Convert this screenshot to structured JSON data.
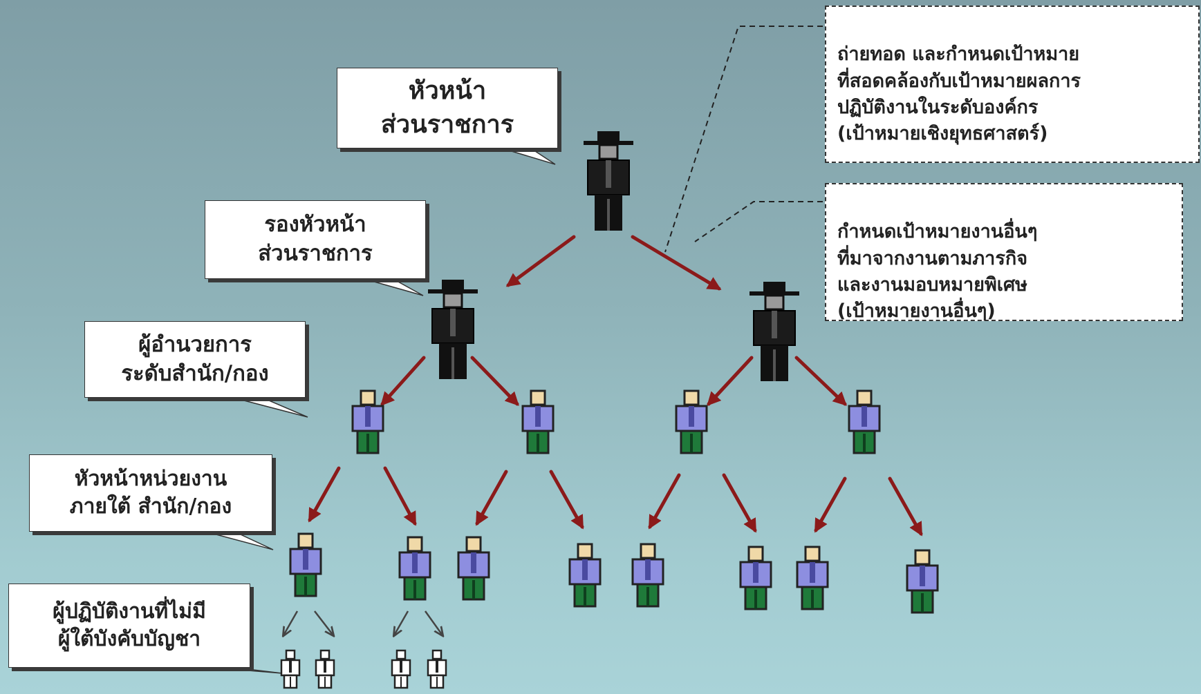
{
  "callouts": {
    "head": "หัวหน้า\nส่วนราชการ",
    "deputy": "รองหัวหน้า\nส่วนราชการ",
    "director": "ผู้อำนวยการ\nระดับสำนัก/กอง",
    "unit_head": "หัวหน้าหน่วยงาน\nภายใต้ สำนัก/กอง",
    "staff": "ผู้ปฏิบัติงานที่ไม่มี\nผู้ใต้บังคับบัญชา"
  },
  "notes": {
    "strategic": "ถ่ายทอด และกำหนดเป้าหมาย\nที่สอดคล้องกับเป้าหมายผลการ\nปฏิบัติงานในระดับองค์กร\n(เป้าหมายเชิงยุทธศาสตร์)",
    "other": "กำหนดเป้าหมายงานอื่นๆ\nที่มาจากงานตามภารกิจ\nและงานมอบหมายพิเศษ\n(เป้าหมายงานอื่นๆ)"
  },
  "icons": {
    "executive": "executive-figure-icon",
    "manager": "manager-figure-icon",
    "staff": "staff-figure-icon"
  },
  "colors": {
    "arrow": "#8b1a1a",
    "small_arrow": "#444444",
    "executive": "#1b1b1b",
    "shirt": "#8d8ee0",
    "pants": "#1f7a3a",
    "skin": "#f0d9a8"
  }
}
